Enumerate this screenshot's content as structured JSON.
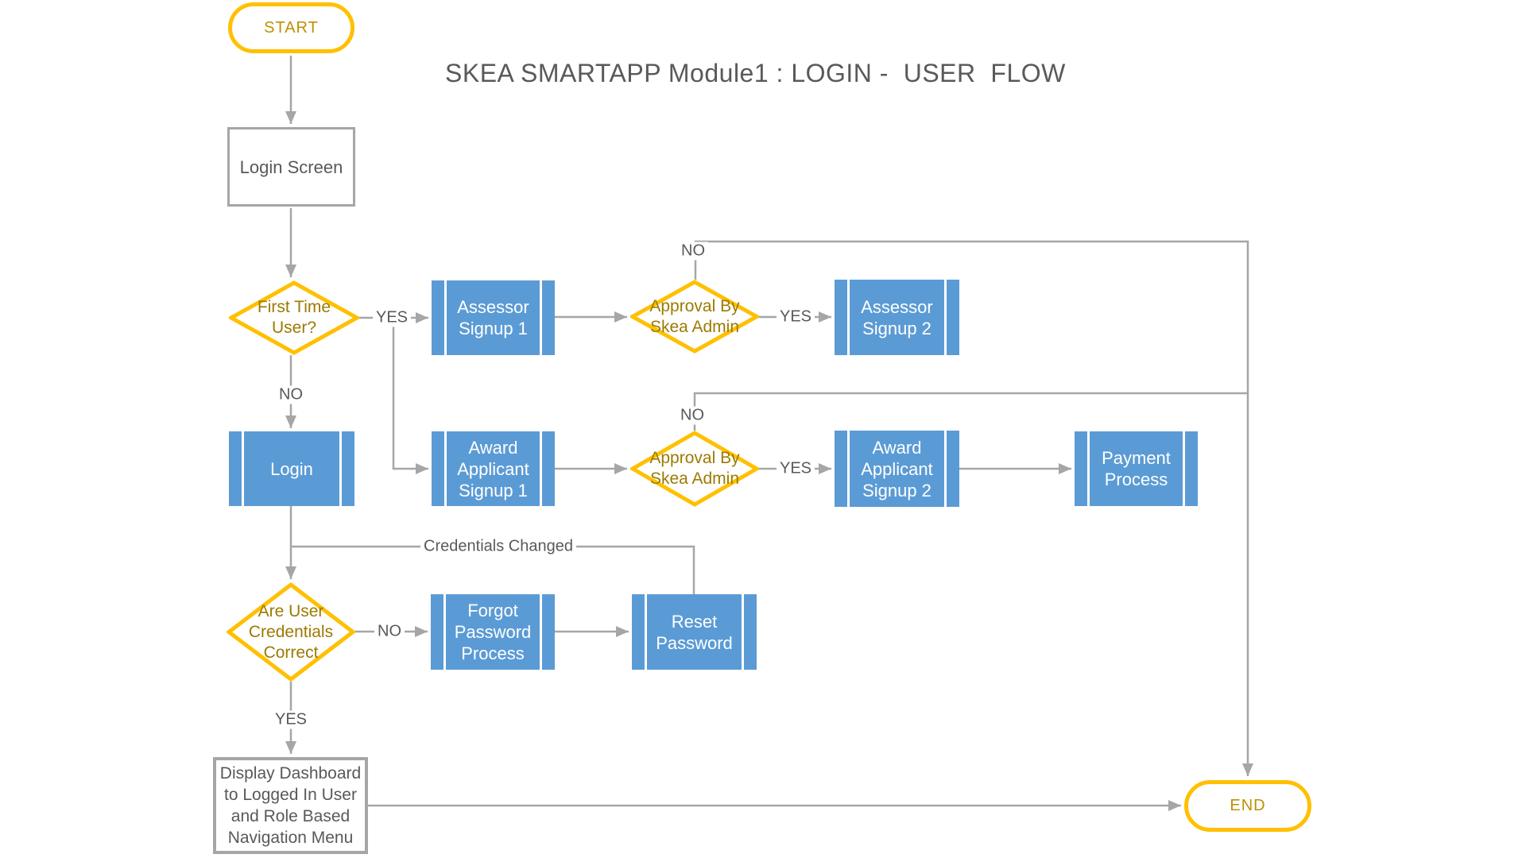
{
  "title": "SKEA SMARTAPP Module1 : LOGIN -  USER  FLOW",
  "colors": {
    "accent_yellow": "#FFC000",
    "shape_blue": "#5B9BD5",
    "connector_gray": "#A6A6A6",
    "label_text_gray": "#595959",
    "terminator_text_gold": "#BF9000",
    "decision_text_gold": "#9C7A00"
  },
  "nodes": {
    "start": {
      "label": "START",
      "type": "terminator"
    },
    "login_screen": {
      "label": "Login Screen",
      "type": "process"
    },
    "first_time_user": {
      "label": "First Time User?",
      "type": "decision"
    },
    "assessor_signup_1": {
      "label": "Assessor Signup 1",
      "type": "predefined-process"
    },
    "approval_by_skea_admin_1": {
      "label": "Approval By Skea Admin",
      "type": "decision"
    },
    "assessor_signup_2": {
      "label": "Assessor Signup 2",
      "type": "predefined-process"
    },
    "login": {
      "label": "Login",
      "type": "predefined-process"
    },
    "award_applicant_signup_1": {
      "label": "Award Applicant Signup 1",
      "type": "predefined-process"
    },
    "approval_by_skea_admin_2": {
      "label": "Approval By Skea Admin",
      "type": "decision"
    },
    "award_applicant_signup_2": {
      "label": "Award Applicant Signup 2",
      "type": "predefined-process"
    },
    "payment_process": {
      "label": "Payment Process",
      "type": "predefined-process"
    },
    "are_user_credentials_correct": {
      "label": "Are User Credentials Correct",
      "type": "decision"
    },
    "forgot_password_process": {
      "label": "Forgot Password Process",
      "type": "predefined-process"
    },
    "reset_password": {
      "label": "Reset Password",
      "type": "predefined-process"
    },
    "display_dashboard": {
      "label": "Display Dashboard to Logged In User and Role Based Navigation Menu",
      "type": "process"
    },
    "end": {
      "label": "END",
      "type": "terminator"
    }
  },
  "edge_labels": {
    "first_time_yes": "YES",
    "first_time_no": "NO",
    "approval1_no": "NO",
    "approval1_yes": "YES",
    "approval2_no": "NO",
    "approval2_yes": "YES",
    "credentials_changed": "Credentials Changed",
    "credentials_no": "NO",
    "credentials_yes": "YES"
  }
}
